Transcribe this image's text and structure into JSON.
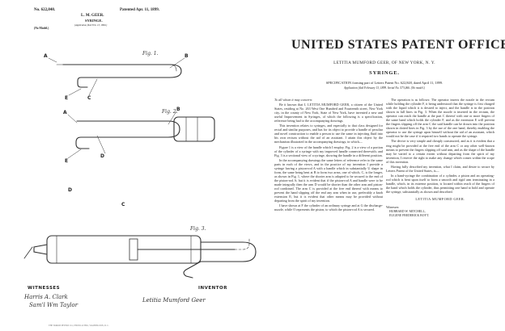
{
  "header": {
    "patent_no": "No. 622,848.",
    "patent_date": "Patented Apr. 11, 1899.",
    "inventor_short": "L. M. GEER.",
    "subject_short": "SYRINGE.",
    "application_line": "(Application filed Feb. 13, 1899.)",
    "model_note": "(No Model.)"
  },
  "office_title": "UNITED STATES PATENT OFFICE.",
  "patentee_line": "LETITIA MUMFORD GEER, OF NEW YORK, N. Y.",
  "subject": "SYRINGE.",
  "specification_line": "SPECIFICATION forming part of Letters Patent No. 622,848, dated April 11, 1899.",
  "application_detail": "Application filed February 13, 1899. Serial No. 573,066. (No model.)",
  "drawing": {
    "labels": [
      "A",
      "B",
      "C",
      "D",
      "E",
      "A",
      "B",
      "C",
      "D",
      "E"
    ],
    "witnesses_caption": "WITNESSES",
    "inventor_caption": "INVENTOR",
    "witness_sig_1": "Harris A. Clark",
    "witness_sig_2": "Sam'l Wm Taylor",
    "inventor_sig": "Letitia Mumford Geer"
  },
  "left_column": [
    "To all whom it may concern:",
    "Be it known that I, LETITIA MUMFORD GEER, a citizen of the United States, residing at No. 263 West One Hundred and Fourteenth street, New York city, in the county of New York, State of New York, have invented a new and useful Improvement in Syringes, of which the following is a specification, reference being had to the accompanying drawings.",
    "This invention relates to syringes, and especially to that class designed for rectal and similar purposes, and has for its object to provide a handle of peculiar and novel construction to enable a person to use the same in injecting fluid into his own rectum without the aid of an assistant. I attain this object by the mechanism illustrated in the accompanying drawings, in which—",
    "Figure 1 is a view of the handle which I employ. Fig. 2 is a view of a portion of the cylinder of a syringe with my improved handle connected therewith; and Fig. 3 is a sectional view of a syringe, showing the handle in a different position.",
    "In the accompanying drawings the same letters of reference refer to the same parts in each of the views, and in the practice of my invention I provide a syringe having a piston-rod A with a handle which in substantially U shape in form, the same being bent at B to form two arms, one of which, C, is the longer, as shown in Fig. 1, where the shorter arm is adapted to be secured to the end of the piston-rod A; but it is evident that if the piston-rod A and handle were to be made integrally then the arm D would be shorter than the other arm and piston-rod combined. The arm C is provided at the free end thereof with means to prevent the hand slipping off the end any arm when in use, preferably a knob extension E; but it is evident that other means may be provided without departing from the spirit of my invention.",
    "I have shown at F the cylinder of an ordinary syringe and at G the discharge-nozzle, while O represents the piston, to which the piston-rod A is secured."
  ],
  "right_column": [
    "The operation is as follows: The operator inserts the nozzle in the rectum while holding the cylinder F, it being understood that the syringe is first charged with the liquid which it is desired to inject, and the handle is in the position shown in full lines in Fig. 3. When the nozzle is inserted in the rectum, the operator can reach the handle at the part C thereof with one or more fingers of the same hand which holds the cylinder F, and as the extension E will prevent the fingers slipping off the arm C the said handle can be drawn into the position shown in dotted lines in Fig. 3 by the use of the one hand, thereby enabling the operator to use the syringe upon himself without the aid of an assistant, which would not be the case if it required two hands to operate the syringe.",
    "The device is very simple and cheaply constructed, and as it is evident that a ring might be provided at the free end of the arm C or any other well-known means to prevent the fingers slipping off said arm, and as the shape of the handle may be varied to a certain extent without departing from the spirit of my invention, I reserve the right to make any change which comes within the scope of this invention.",
    "Having fully described my invention, what I claim, and desire to secure by Letters Patent of the United States, is—",
    "In a hand-syringe the combination of a cylinder, a piston and an operating-rod which is bent upon itself to form a smooth and rigid arm terminating in a handle, which, in its extreme position, is located within reach of the fingers of the hand which holds the cylinder, thus permitting one hand to hold and operate the syringe, substantially as shown and described."
  ],
  "signature": {
    "name": "LETITIA MUMFORD GEER.",
    "witnesses_label": "Witnesses:",
    "witness_1": "HUBBARD W. MITCHELL,",
    "witness_2": "EUGENE FREDERICK BOYT."
  },
  "footer_mark": "THE NORRIS PETERS CO., PHOTO-LITHO., WASHINGTON, D. C."
}
